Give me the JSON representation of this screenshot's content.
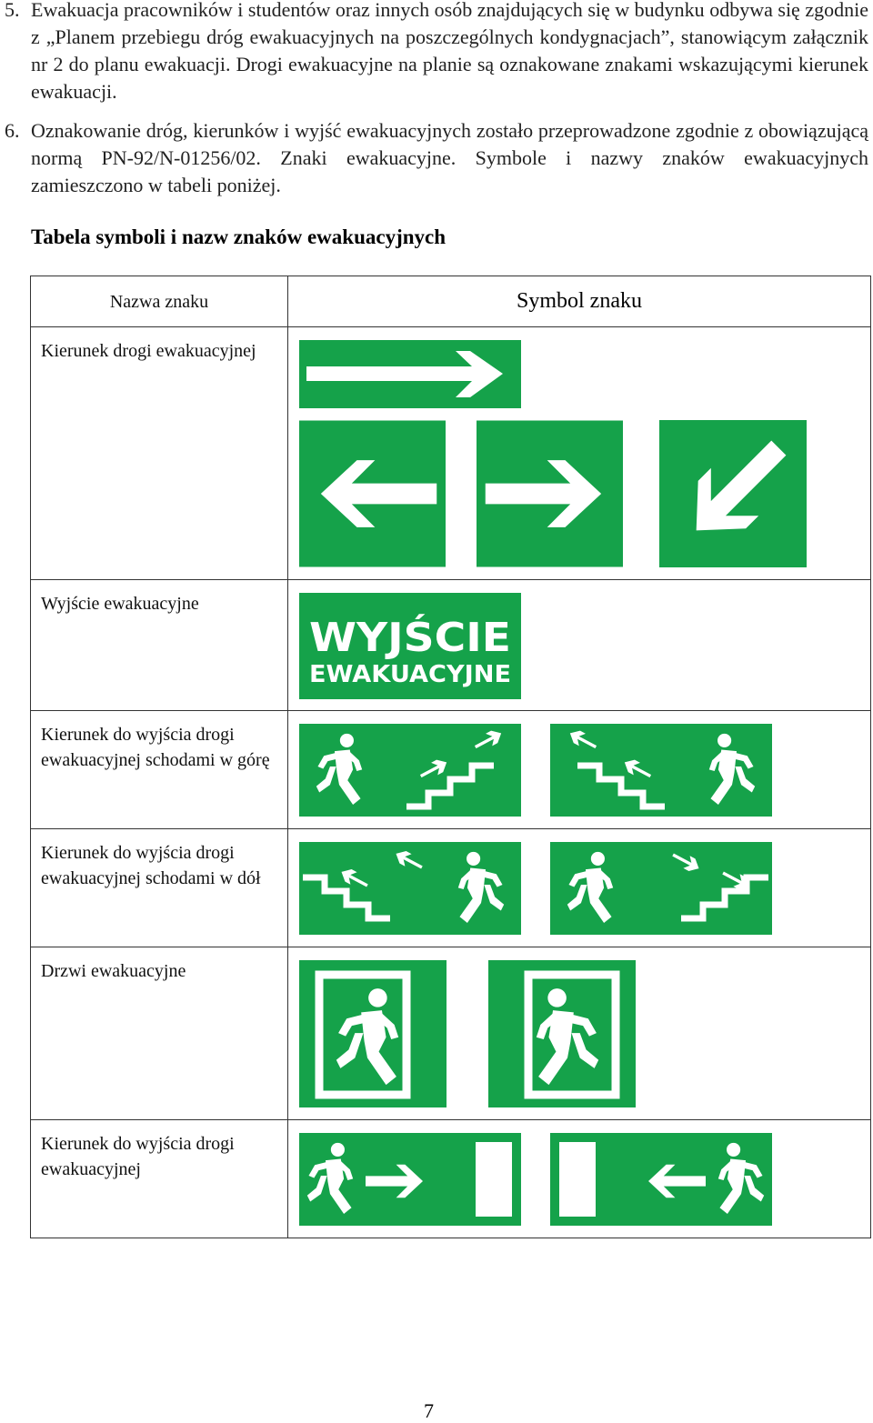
{
  "paragraphs": [
    {
      "number": "5.",
      "text": "Ewakuacja pracowników i studentów oraz innych osób znajdujących się w budynku odbywa się zgodnie z „Planem przebiegu dróg ewakuacyjnych na poszczególnych kondygnacjach”, stanowiącym załącznik nr 2 do planu ewakuacji. Drogi ewakuacyjne na planie są oznakowane znakami wskazującymi kierunek ewakuacji."
    },
    {
      "number": "6.",
      "text": "Oznakowanie dróg, kierunków i wyjść ewakuacyjnych zostało przeprowadzone zgodnie z obowiązującą normą PN-92/N-01256/02. Znaki ewakuacyjne. Symbole i nazwy znaków ewakuacyjnych zamieszczono w tabeli poniżej."
    }
  ],
  "table": {
    "caption": "Tabela symboli i nazw znaków ewakuacyjnych",
    "header_name": "Nazwa znaku",
    "header_symbol": "Symbol znaku",
    "rows": [
      {
        "name": "Kierunek drogi ewakuacyjnej",
        "signs": [
          "arrow-right-long-sign",
          "arrow-left-sign",
          "arrow-right-sign",
          "arrow-down-left-sign"
        ]
      },
      {
        "name": "Wyjście ewakuacyjne",
        "sign_text_1": "WYJŚCIE",
        "sign_text_2": "EWAKUACYJNE"
      },
      {
        "name": "Kierunek do wyjścia drogi ewakuacyjnej schodami w górę",
        "signs": [
          "stairs-up-right-sign",
          "stairs-up-left-sign"
        ]
      },
      {
        "name": "Kierunek do wyjścia drogi ewakuacyjnej schodami w dół",
        "signs": [
          "stairs-down-left-sign",
          "stairs-down-right-sign"
        ]
      },
      {
        "name": "Drzwi ewakuacyjne",
        "signs": [
          "exit-door-right-sign",
          "exit-door-left-sign"
        ]
      },
      {
        "name": "Kierunek do wyjścia drogi ewakuacyjnej",
        "signs": [
          "running-man-to-door-right-sign",
          "door-arrow-left-running-man-sign"
        ]
      }
    ]
  },
  "colors": {
    "sign_green": "#15a24a",
    "sign_white": "#ffffff"
  },
  "page_number": "7"
}
